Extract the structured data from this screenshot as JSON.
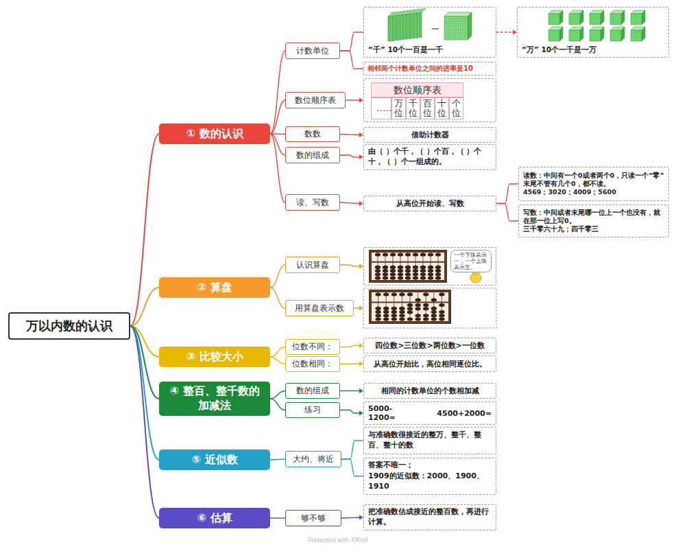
{
  "diagram": {
    "nodes": [
      {
        "text": [
          "万以内数的认识"
        ]
      },
      {
        "text": [
          "① 数的认识"
        ]
      },
      {
        "text": [
          "计数单位"
        ]
      },
      {
        "text": [
          "“千” 10个一百是一千"
        ]
      },
      {
        "text": [
          "“万” 10个一千是一万"
        ]
      },
      {
        "text": [
          "相邻两个计数单位之间的进率是10"
        ]
      },
      {
        "text": [
          "数位顺序表"
        ]
      },
      {
        "text": [
          "数位顺序表"
        ]
      },
      {
        "text": [
          "……"
        ],
        "in": 7
      },
      {
        "text": [
          "万位"
        ],
        "in": 7
      },
      {
        "text": [
          "千位"
        ],
        "in": 7
      },
      {
        "text": [
          "百位"
        ],
        "in": 7
      },
      {
        "text": [
          "十位"
        ],
        "in": 7
      },
      {
        "text": [
          "个位"
        ],
        "in": 7
      },
      {
        "text": [
          "数数"
        ]
      },
      {
        "text": [
          "借助计数器"
        ]
      },
      {
        "text": [
          "数的组成"
        ]
      },
      {
        "text": [
          "由（ ）个千，（ ）个百，（ ）个十，（ ）个一组成的。"
        ]
      },
      {
        "text": [
          "读、写数"
        ]
      },
      {
        "text": [
          "从高位开始读、写数"
        ]
      },
      {
        "text": [
          "读数：中间有一个0或者两个0，只读一个“零” 末尾不管有几个0，都不读。",
          "4569；3020；4009；5600"
        ]
      },
      {
        "text": [
          "写数：中间或者末尾哪一位上一个也没有，就在那一位上写0。",
          "三千零六十九；四千零三"
        ]
      },
      {
        "text": [
          "② 算盘"
        ]
      },
      {
        "text": [
          "认识算盘"
        ]
      },
      {
        "text": [
          "一个下珠表示一，一个上珠表示五。"
        ]
      },
      {
        "text": [
          "用算盘表示数"
        ]
      },
      {
        "text": [
          "③ 比较大小"
        ]
      },
      {
        "text": [
          "位数不同："
        ]
      },
      {
        "text": [
          "四位数>三位数>两位数>一位数"
        ]
      },
      {
        "text": [
          "位数相同："
        ]
      },
      {
        "text": [
          "从高位开始比，高位相同逐位比。"
        ]
      },
      {
        "text": [
          "④ 整百、整千数的加减法"
        ]
      },
      {
        "text": [
          "数的组成"
        ]
      },
      {
        "text": [
          "相同的计数单位的个数相加减"
        ]
      },
      {
        "text": [
          "练习"
        ]
      },
      {
        "text": [
          "5000-1200=",
          "4500+2000="
        ]
      },
      {
        "text": [
          "⑤ 近似数"
        ]
      },
      {
        "text": [
          "大约、将近"
        ]
      },
      {
        "text": [
          "与准确数很接近的整万、整千、整百、整十的数"
        ]
      },
      {
        "text": [
          "答案不唯一；",
          "1909的近似数：2000、1900、1910"
        ]
      },
      {
        "text": [
          "⑥ 估算"
        ]
      },
      {
        "text": [
          "够不够"
        ]
      },
      {
        "text": [
          "把准确数估成接近的整百数，再进行计算。"
        ]
      }
    ],
    "edges": [
      {
        "from": 0,
        "to": 1,
        "arrow": "none"
      },
      {
        "from": 0,
        "to": 22,
        "arrow": "none"
      },
      {
        "from": 0,
        "to": 26,
        "arrow": "none"
      },
      {
        "from": 0,
        "to": 31,
        "arrow": "none"
      },
      {
        "from": 0,
        "to": 36,
        "arrow": "none"
      },
      {
        "from": 0,
        "to": 40,
        "arrow": "none"
      },
      {
        "from": 1,
        "to": 2,
        "arrow": "none"
      },
      {
        "from": 1,
        "to": 6,
        "arrow": "none"
      },
      {
        "from": 1,
        "to": 14,
        "arrow": "none"
      },
      {
        "from": 1,
        "to": 16,
        "arrow": "none"
      },
      {
        "from": 1,
        "to": 18,
        "arrow": "none"
      },
      {
        "from": 2,
        "to": 3,
        "arrow": "none"
      },
      {
        "from": 2,
        "to": 5,
        "arrow": "none"
      },
      {
        "from": 3,
        "to": 4,
        "arrow": "to"
      },
      {
        "from": 6,
        "to": 7,
        "arrow": "to"
      },
      {
        "from": 14,
        "to": 15,
        "arrow": "to"
      },
      {
        "from": 16,
        "to": 17,
        "arrow": "to"
      },
      {
        "from": 18,
        "to": 19,
        "arrow": "to"
      },
      {
        "from": 19,
        "to": 20,
        "arrow": "none"
      },
      {
        "from": 19,
        "to": 21,
        "arrow": "none"
      },
      {
        "from": 22,
        "to": 23,
        "arrow": "none"
      },
      {
        "from": 22,
        "to": 25,
        "arrow": "none"
      },
      {
        "from": 23,
        "to": 24,
        "arrow": "to"
      },
      {
        "from": 26,
        "to": 27,
        "arrow": "none"
      },
      {
        "from": 26,
        "to": 29,
        "arrow": "none"
      },
      {
        "from": 27,
        "to": 28,
        "arrow": "to"
      },
      {
        "from": 29,
        "to": 30,
        "arrow": "to"
      },
      {
        "from": 31,
        "to": 32,
        "arrow": "none"
      },
      {
        "from": 31,
        "to": 34,
        "arrow": "none"
      },
      {
        "from": 32,
        "to": 33,
        "arrow": "to"
      },
      {
        "from": 34,
        "to": 35,
        "arrow": "to"
      },
      {
        "from": 36,
        "to": 37,
        "arrow": "none"
      },
      {
        "from": 37,
        "to": 38,
        "arrow": "none"
      },
      {
        "from": 37,
        "to": 39,
        "arrow": "none"
      },
      {
        "from": 40,
        "to": 41,
        "arrow": "none"
      },
      {
        "from": 41,
        "to": 42,
        "arrow": "to"
      }
    ],
    "labels": [
      "Presented with XMind"
    ]
  }
}
